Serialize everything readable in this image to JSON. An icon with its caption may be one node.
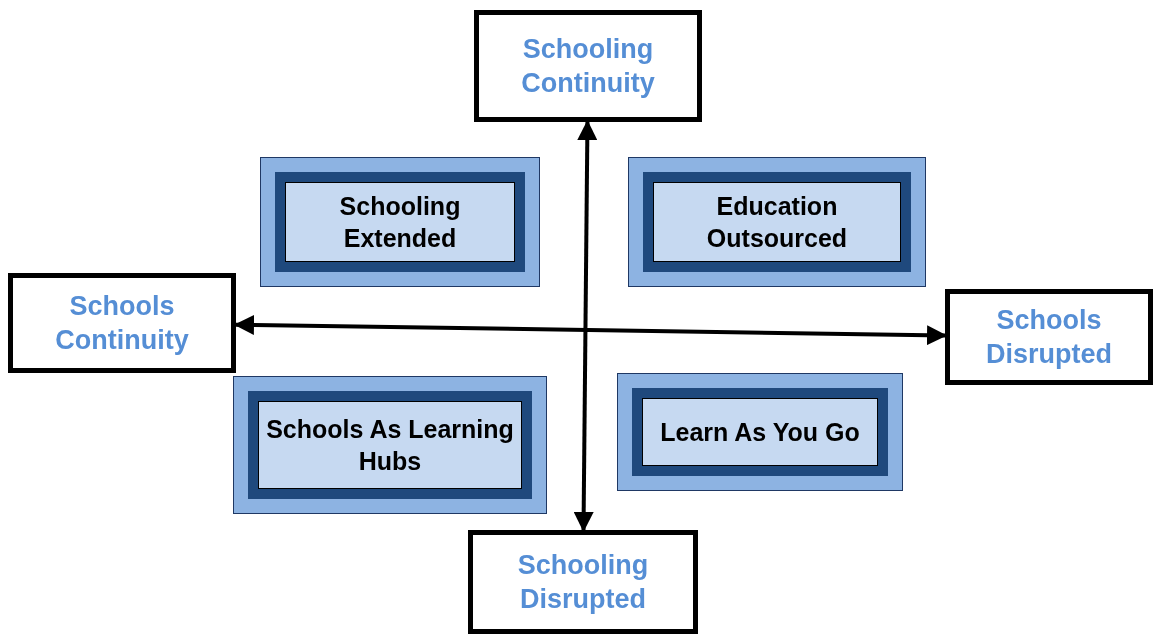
{
  "diagram": {
    "nodes": [
      {
        "text": [
          "Schooling Continuity"
        ]
      },
      {
        "text": [
          "Schooling Extended"
        ]
      },
      {
        "text": [
          "Education Outsourced"
        ]
      },
      {
        "text": [
          "Schools Continuity"
        ]
      },
      {
        "text": [
          "Schools Disrupted"
        ]
      },
      {
        "text": [
          "Schools As Learning Hubs"
        ]
      },
      {
        "text": [
          "Learn As You Go"
        ]
      },
      {
        "text": [
          "Schooling Disrupted"
        ]
      }
    ],
    "edges": [
      {
        "from": 0,
        "to": 7,
        "arrow": "both"
      },
      {
        "from": 3,
        "to": 4,
        "arrow": "both"
      }
    ]
  }
}
